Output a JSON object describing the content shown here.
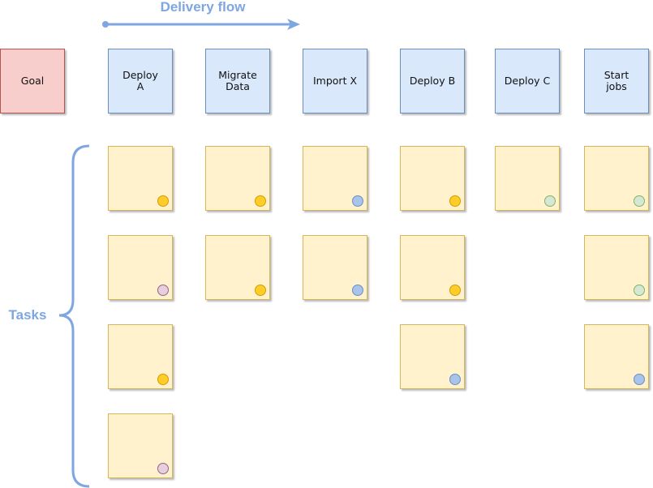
{
  "title": "Delivery flow",
  "tasks_label": "Tasks",
  "goal": "Goal",
  "colors": {
    "accent": "#7ea6e0",
    "orange": "#ffcd28",
    "blue": "#a9c4eb",
    "green": "#d5e8d4",
    "purple": "#e6d0de"
  },
  "columns": [
    {
      "label": "Deploy\nA",
      "tasks": [
        "orange",
        "purple",
        "orange",
        "purple"
      ]
    },
    {
      "label": "Migrate\nData",
      "tasks": [
        "orange",
        "orange"
      ]
    },
    {
      "label": "Import X",
      "tasks": [
        "blue",
        "blue"
      ]
    },
    {
      "label": "Deploy B",
      "tasks": [
        "orange",
        "orange",
        "blue"
      ]
    },
    {
      "label": "Deploy C",
      "tasks": [
        "green"
      ]
    },
    {
      "label": "Start\njobs",
      "tasks": [
        "green",
        "green",
        "blue"
      ]
    }
  ]
}
